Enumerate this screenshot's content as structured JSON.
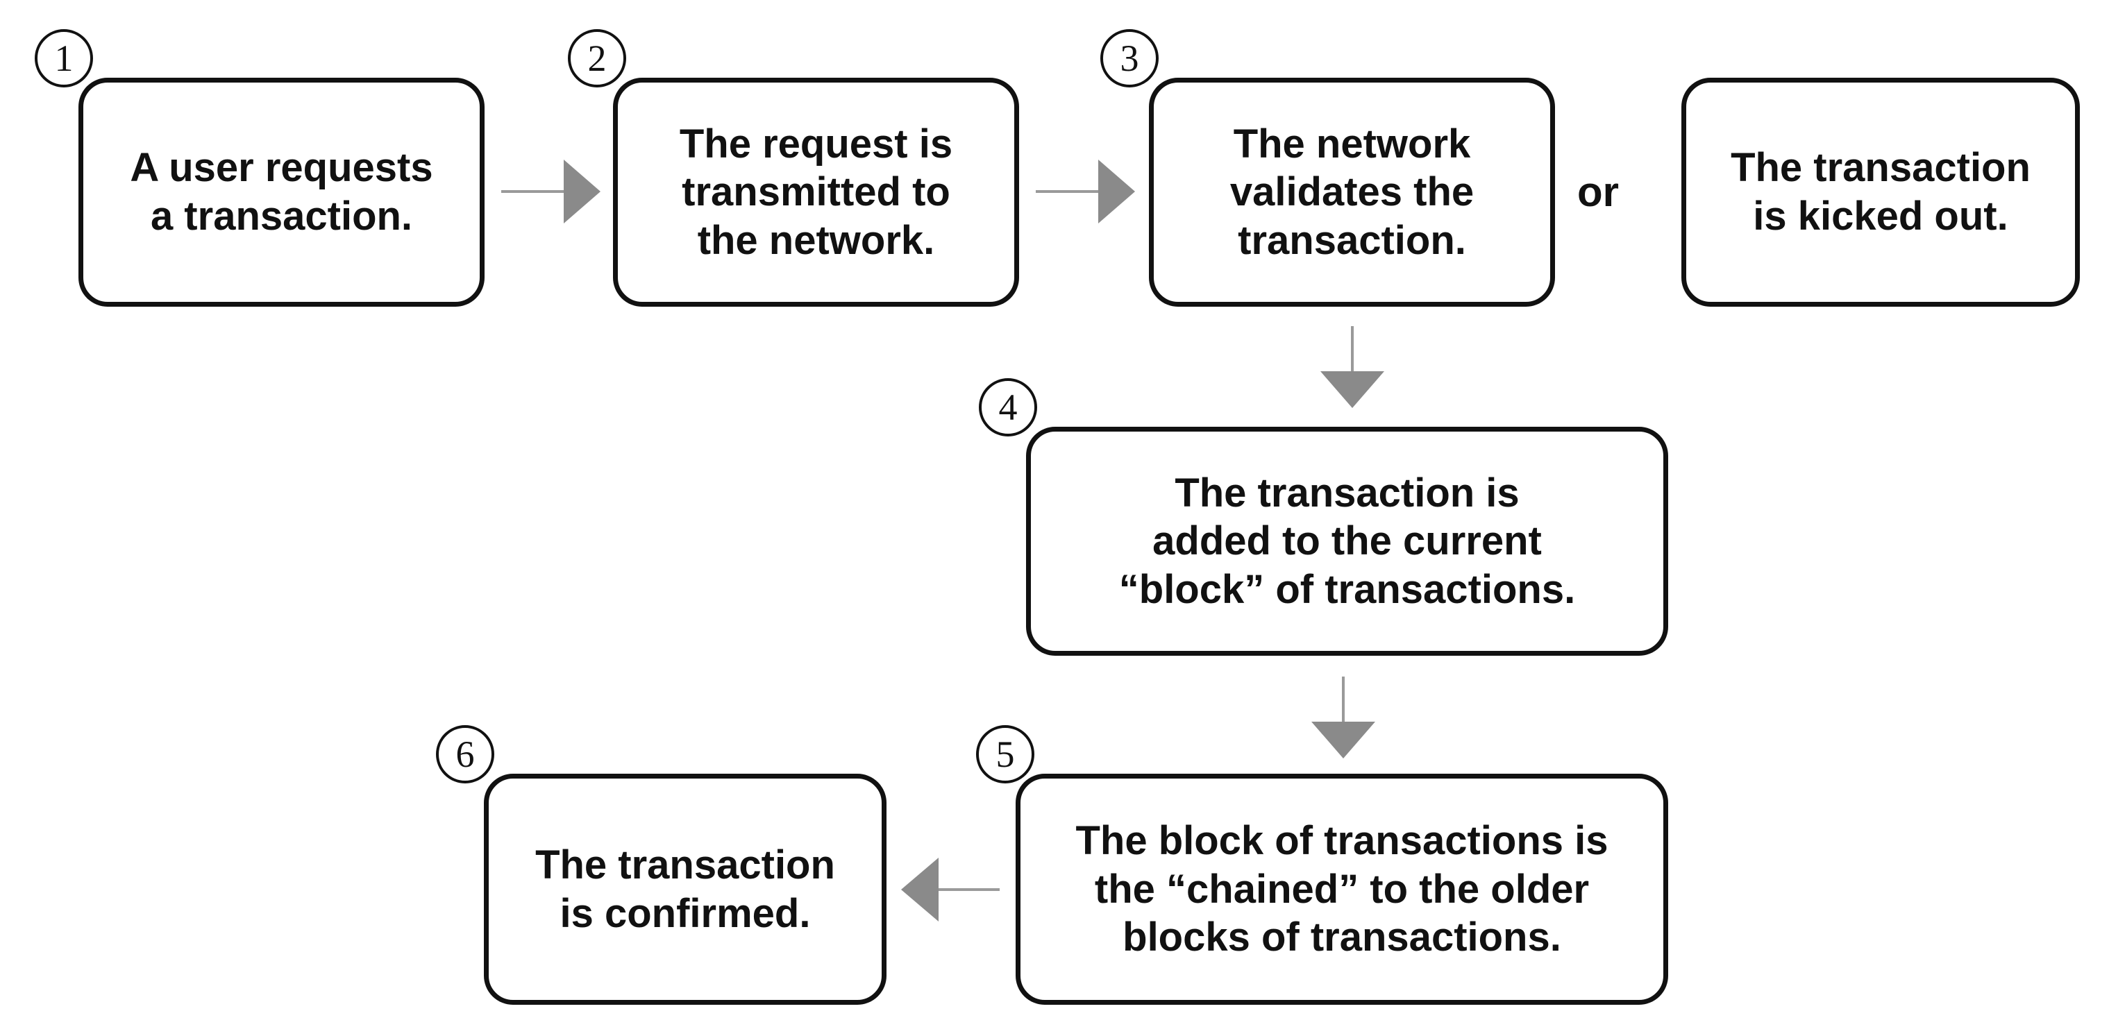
{
  "boxes": {
    "step1": "A user requests\na transaction.",
    "step2": "The request is\ntransmitted to\nthe network.",
    "step3": "The network\nvalidates the\ntransaction.",
    "rejected": "The transaction\nis kicked out.",
    "step4": "The transaction is\nadded to the current\n“block” of transactions.",
    "step5": "The block of transactions is\nthe “chained” to the older\nblocks of transactions.",
    "step6": "The transaction\nis confirmed."
  },
  "badges": {
    "b1": "1",
    "b2": "2",
    "b3": "3",
    "b4": "4",
    "b5": "5",
    "b6": "6"
  },
  "connector_or": "or",
  "colors": {
    "arrow": "#8a8a8a",
    "border": "#111111",
    "text": "#111111",
    "background": "#ffffff"
  }
}
